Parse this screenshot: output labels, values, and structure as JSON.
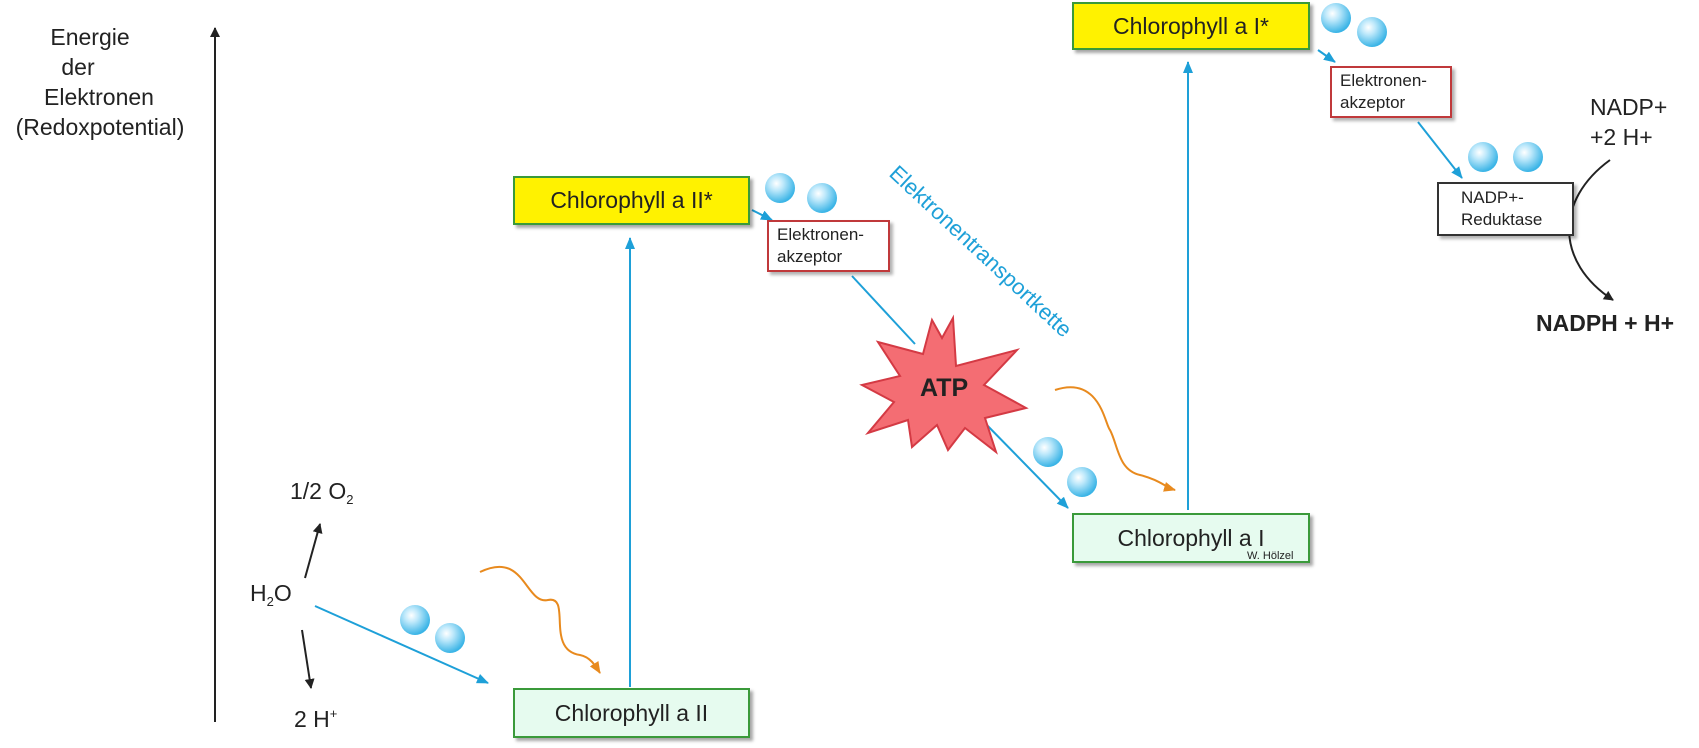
{
  "axis": {
    "label_lines": [
      "Energie",
      "der",
      "Elektronen",
      "(Redoxpotential)"
    ]
  },
  "water": {
    "h2o_h": "H",
    "h2o_sub": "2",
    "h2o_o": "O",
    "oxygen_main": "1/2 O",
    "oxygen_sub": "2",
    "protons_main": "2 H",
    "protons_sup": "+"
  },
  "boxes": {
    "chl_a2": "Chlorophyll a II",
    "chl_a2_star": "Chlorophyll a II*",
    "chl_a1": "Chlorophyll a I",
    "chl_a1_star": "Chlorophyll a I*"
  },
  "acceptor": {
    "line1": "Elektronen-",
    "line2": "akzeptor"
  },
  "reductase": {
    "line1": "NADP+-",
    "line2": "Reduktase"
  },
  "atp": "ATP",
  "electron_transport_chain": "Elektronentransportkette",
  "nadp": {
    "line1": "NADP+",
    "line2": "+2 H+",
    "product": "NADPH + H+"
  },
  "credit": "W. Hölzel",
  "colors": {
    "electron_arrow": "#1ea0d8",
    "light_wave": "#e88a1e",
    "box_yellow": "#fff200",
    "box_green": "#e6fbef",
    "box_border": "#3a9a3a",
    "acceptor_border": "#c0393b",
    "atp_fill": "#f46d73",
    "atp_stroke": "#d43a44"
  }
}
